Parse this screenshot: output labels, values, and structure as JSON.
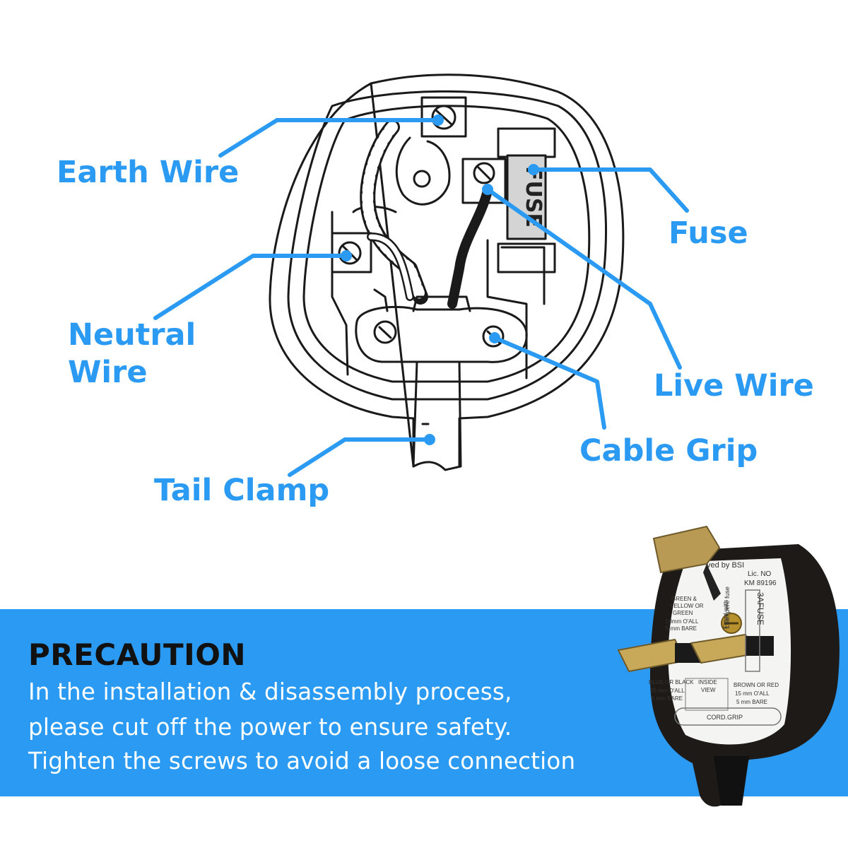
{
  "labels": {
    "earth": "Earth Wire",
    "fuse": "Fuse",
    "neutral_line1": "Neutral",
    "neutral_line2": "Wire",
    "live": "Live Wire",
    "cable_grip": "Cable Grip",
    "tail_clamp": "Tail Clamp",
    "fuse_text": "FUSE"
  },
  "precaution": {
    "title": "PRECAUTION",
    "line1": "In the installation & disassembly process,",
    "line2": "please cut off the power to ensure safety.",
    "line3": "Tighten the screws to avoid a loose connection"
  },
  "plug_photo": {
    "approved": "ved by BSI",
    "lic": "Lic. NO",
    "km": "KM 89196",
    "green1": "GREEN &",
    "green2": "YELLOW OR",
    "green3": "GREEN",
    "green4": "50mm  O'ALL",
    "green5": "5 mm  BARE",
    "fuse_rating": "3AFUSE",
    "fitted1": "Fitted with",
    "fitted2": "13ampere fuse",
    "blue1": "BLUE OR BLACK",
    "blue2": "35 mm  O'ALL",
    "blue3": "5 mm  BARE",
    "inside1": "INSIDE",
    "inside2": "VIEW",
    "brown1": "BROWN OR RED",
    "brown2": "15 mm  O'ALL",
    "brown3": "5 mm  BARE",
    "cord": "CORD.GRIP"
  },
  "colors": {
    "accent": "#2b9af3",
    "line": "#1a1a1a",
    "title": "#111111"
  }
}
